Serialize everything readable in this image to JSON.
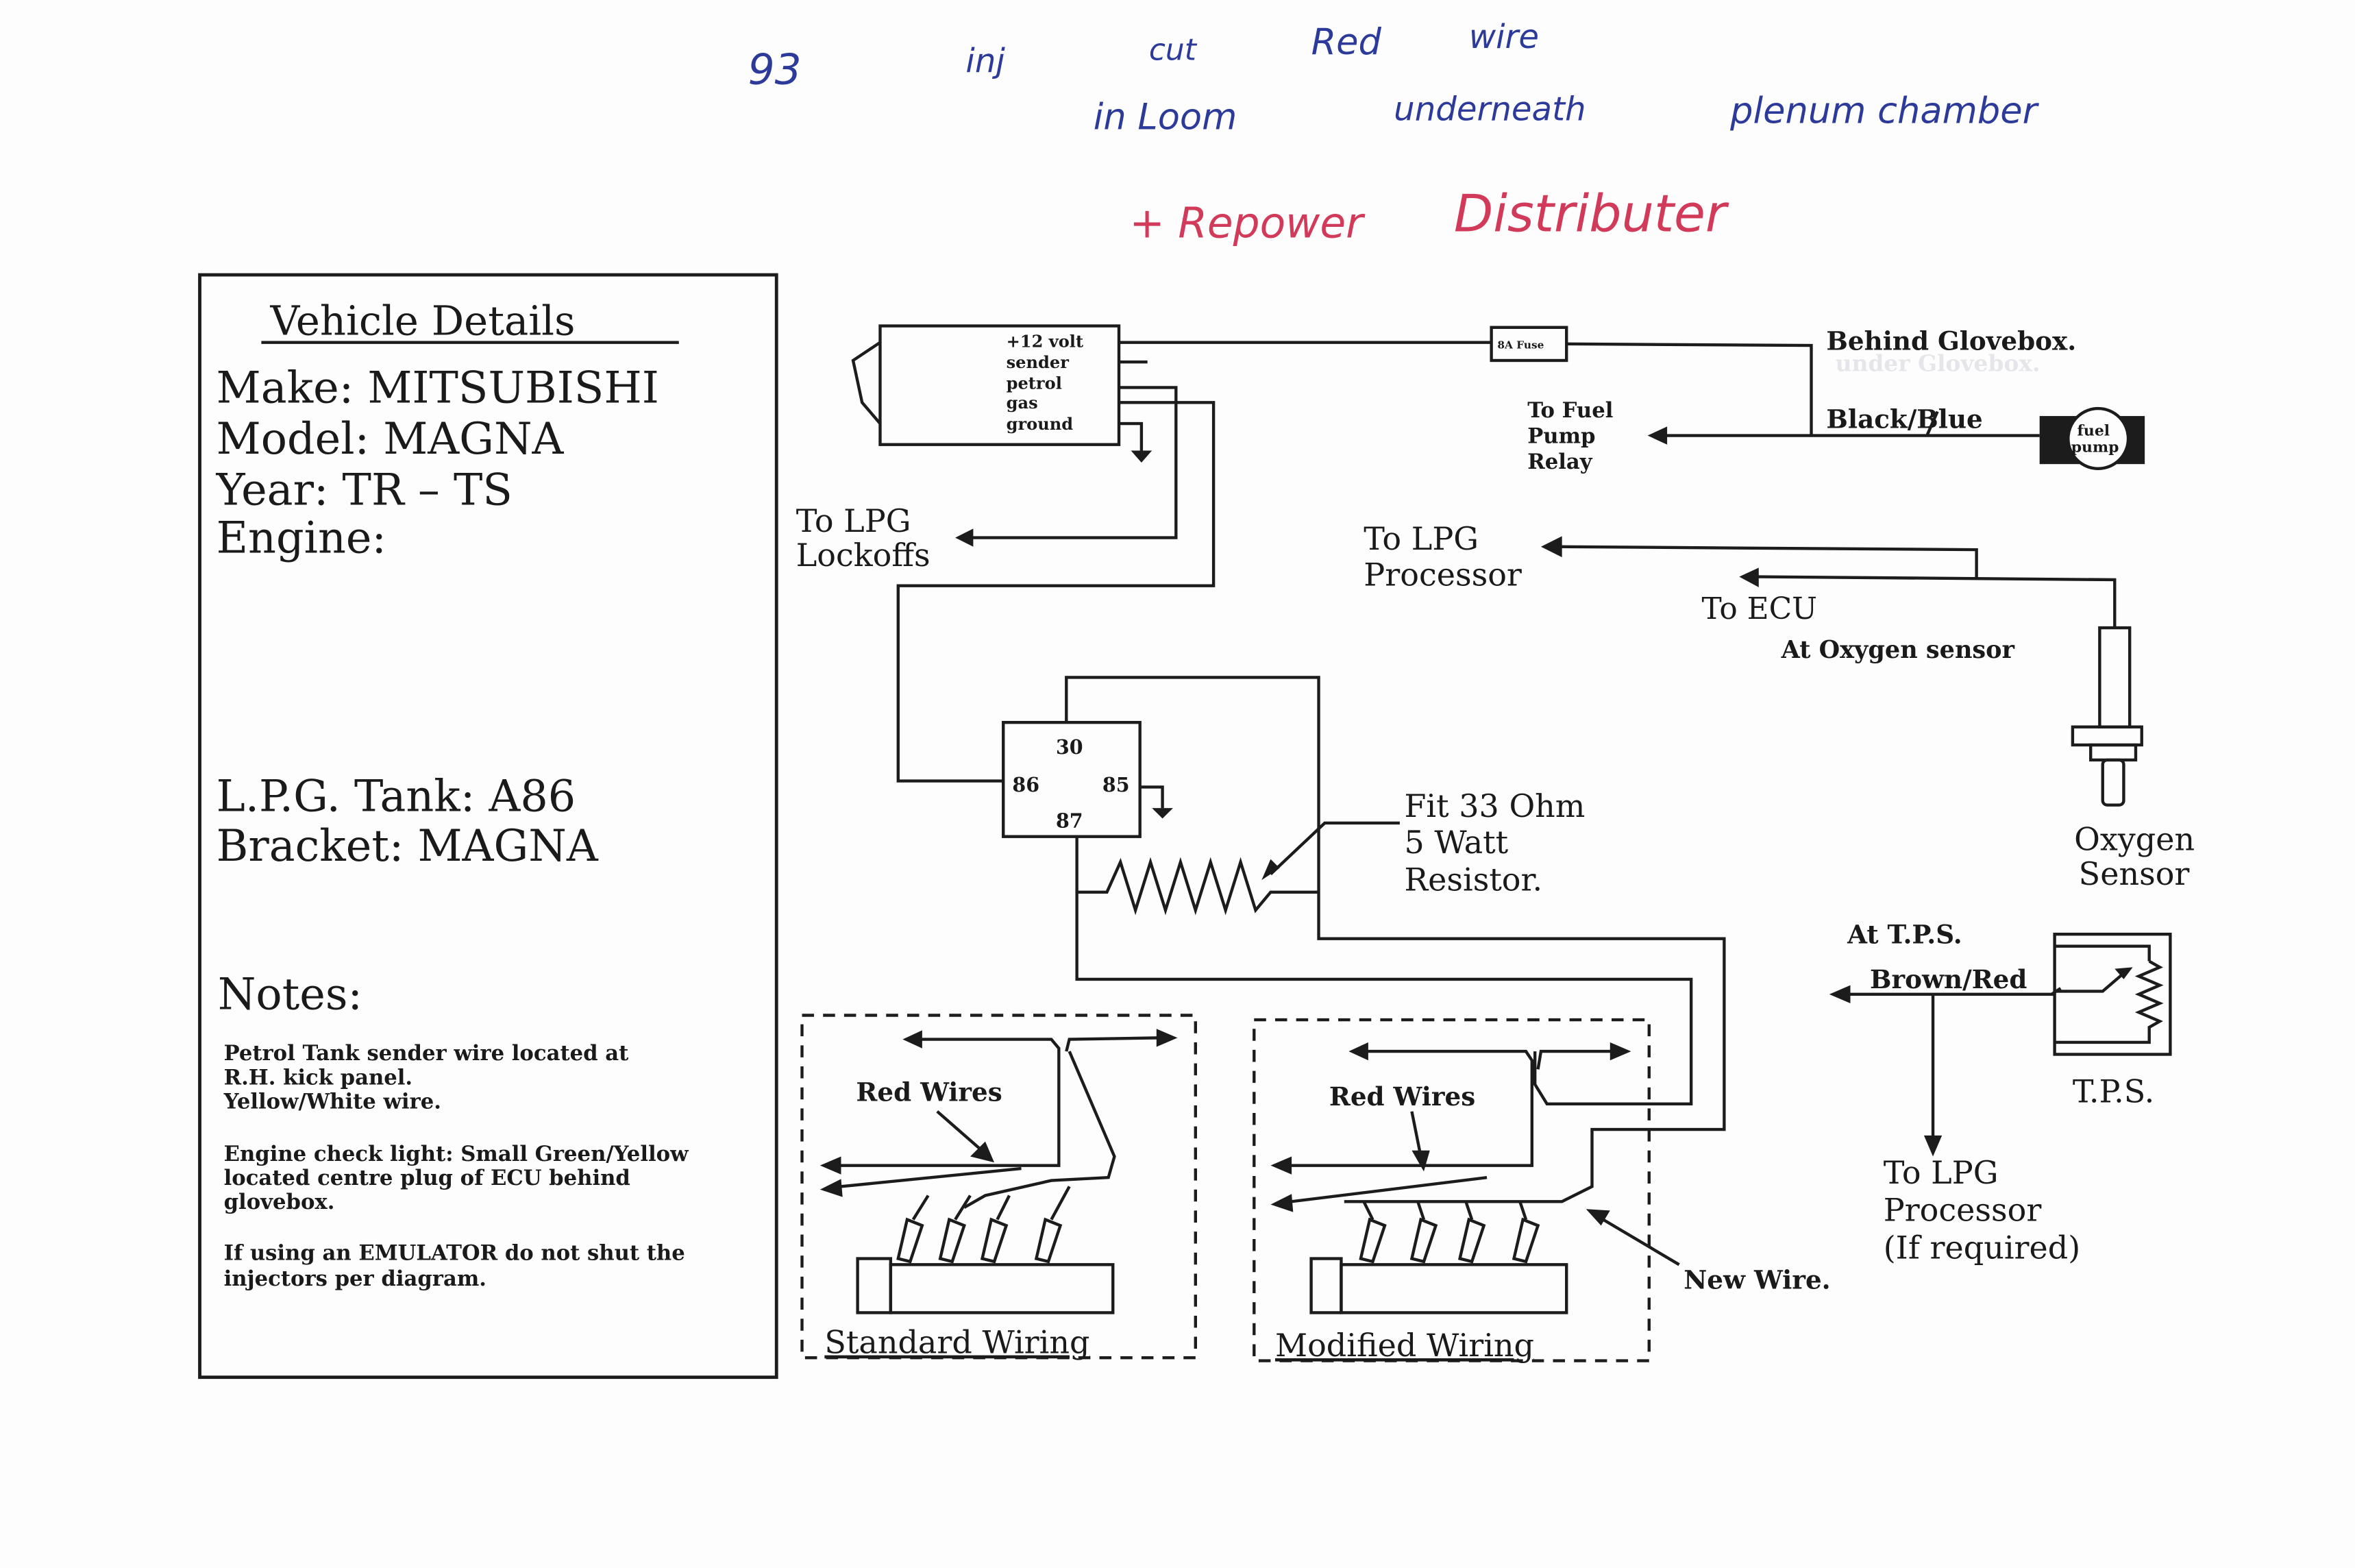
{
  "handwritten_notes": {
    "line1": [
      "93",
      "inj",
      "cut",
      "Red",
      "wire"
    ],
    "line2": [
      "in Loom",
      "underneath",
      "plenum chamber"
    ],
    "line3": [
      "+ Repower",
      "Distributer"
    ],
    "colors": {
      "blue_ink": "#2c3a9a",
      "red_ink": "#d23a5a"
    }
  },
  "vehicle_details": {
    "title": "Vehicle Details",
    "make": "Make:  MITSUBISHI",
    "model": "Model:  MAGNA",
    "year": "Year:  TR  –  TS",
    "engine": "Engine:",
    "tank": "L.P.G.  Tank:  A86",
    "bracket": "Bracket:  MAGNA",
    "notes_heading": "Notes:",
    "notes": [
      [
        "Petrol Tank sender wire located at",
        "R.H. kick panel.",
        "Yellow/White wire."
      ],
      [
        "Engine check light: Small Green/Yellow",
        "located centre plug of ECU behind",
        "glovebox."
      ],
      [
        "If using an EMULATOR do not shut the",
        "injectors per diagram."
      ]
    ]
  },
  "sender_unit": {
    "terminals": [
      "+12 volt",
      "sender",
      "petrol",
      "gas",
      "ground"
    ]
  },
  "fuse": {
    "label": "8A Fuse"
  },
  "labels": {
    "behind_glovebox": "Behind Glovebox.",
    "ghost_under_glovebox": "under Glovebox.",
    "black_blue": "Black/Blue",
    "to_fuel_pump_relay": [
      "To Fuel",
      "Pump",
      "Relay"
    ],
    "fuel_pump": [
      "fuel",
      "pump"
    ],
    "to_lpg_lockoffs": [
      "To LPG",
      "Lockoffs"
    ],
    "to_lpg_processor": [
      "To LPG",
      "Processor"
    ],
    "to_ecu": "To ECU",
    "at_oxygen_sensor": "At Oxygen sensor",
    "oxygen_sensor": [
      "Oxygen",
      "Sensor"
    ],
    "resistor": [
      "Fit  33  Ohm",
      "5  Watt",
      "Resistor."
    ],
    "at_tps": "At T.P.S.",
    "brown_red": "Brown/Red",
    "tps": "T.P.S.",
    "to_lpg_processor_if_required": [
      "To LPG",
      "Processor",
      "(If required)"
    ],
    "new_wire": "New Wire."
  },
  "relay": {
    "pins": {
      "p30": "30",
      "p86": "86",
      "p85": "85",
      "p87": "87"
    }
  },
  "insets": {
    "standard": {
      "title": "Standard Wiring",
      "red_wires": "Red Wires"
    },
    "modified": {
      "title": "Modified Wiring",
      "red_wires": "Red Wires"
    }
  }
}
